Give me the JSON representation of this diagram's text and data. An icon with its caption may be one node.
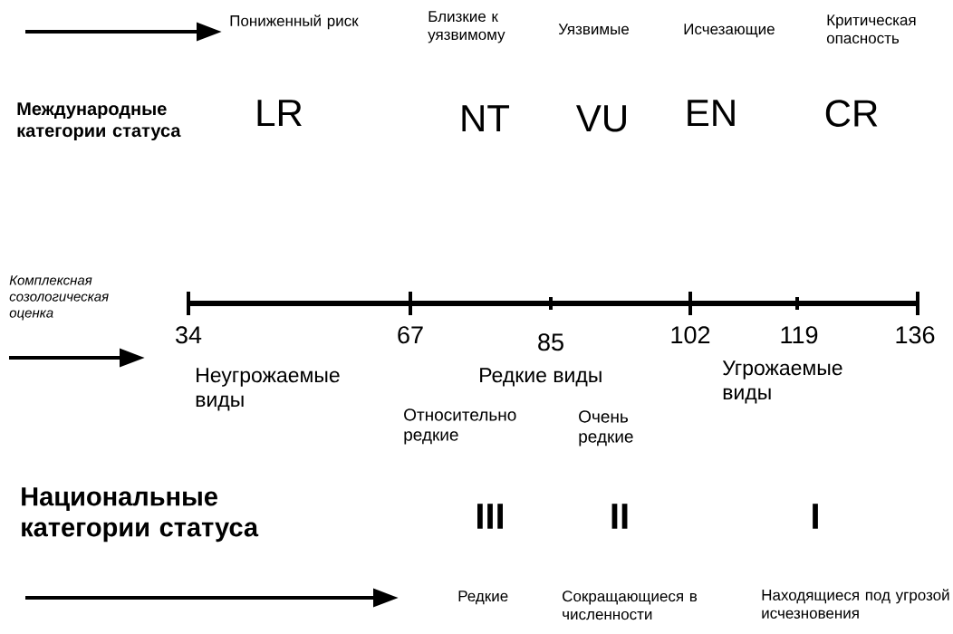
{
  "diagram": {
    "labels": [
      "Пониженный риск",
      "Близкие к уязвимому",
      "Уязвимые",
      "Исчезающие",
      "Критическая опасность",
      "Международные категории статуса",
      "LR",
      "NT",
      "VU",
      "EN",
      "CR",
      "Комплексная созологическая оценка",
      "34",
      "67",
      "85",
      "102",
      "119",
      "136",
      "Неугрожаемые виды",
      "Редкие виды",
      "Угрожаемые виды",
      "Относительно редкие",
      "Очень редкие",
      "Национальные категории статуса",
      "III",
      "II",
      "I",
      "Редкие",
      "Сокращающиеся в численности",
      "Находящиеся под угрозой исчезновения"
    ]
  }
}
